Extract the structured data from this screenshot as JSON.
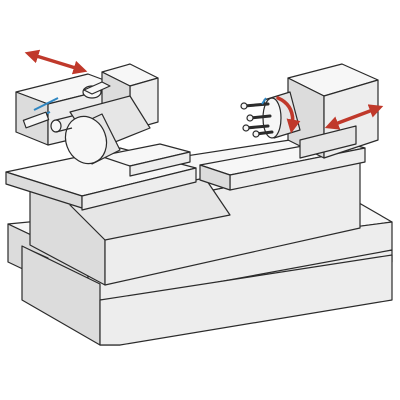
{
  "diagram": {
    "title": "",
    "colors": {
      "background": "#ffffff",
      "body_fill": "#ededed",
      "face_light": "#f7f7f7",
      "face_mid": "#e6e6e6",
      "face_dark": "#dcdcdc",
      "outline": "#2b2b2b",
      "motion_arrow": "#c0392b",
      "detail_blue": "#2e86c1"
    },
    "components": [
      {
        "id": "machine-bed",
        "icon": "cuboid"
      },
      {
        "id": "bed-base-foot",
        "icon": "cuboid"
      },
      {
        "id": "spindle-head",
        "icon": "cylinder-block"
      },
      {
        "id": "grinding-wheel",
        "icon": "disk"
      },
      {
        "id": "work-table",
        "icon": "slab"
      },
      {
        "id": "tailstock-block",
        "icon": "cuboid"
      },
      {
        "id": "tool-turret",
        "icon": "rotary-turret"
      }
    ],
    "motions": [
      {
        "id": "spindle-traverse-arrow",
        "type": "linear",
        "direction": "bidirectional"
      },
      {
        "id": "tailstock-feed-arrow",
        "type": "linear",
        "direction": "bidirectional"
      },
      {
        "id": "turret-rotation-arrow",
        "type": "rotary"
      }
    ]
  }
}
